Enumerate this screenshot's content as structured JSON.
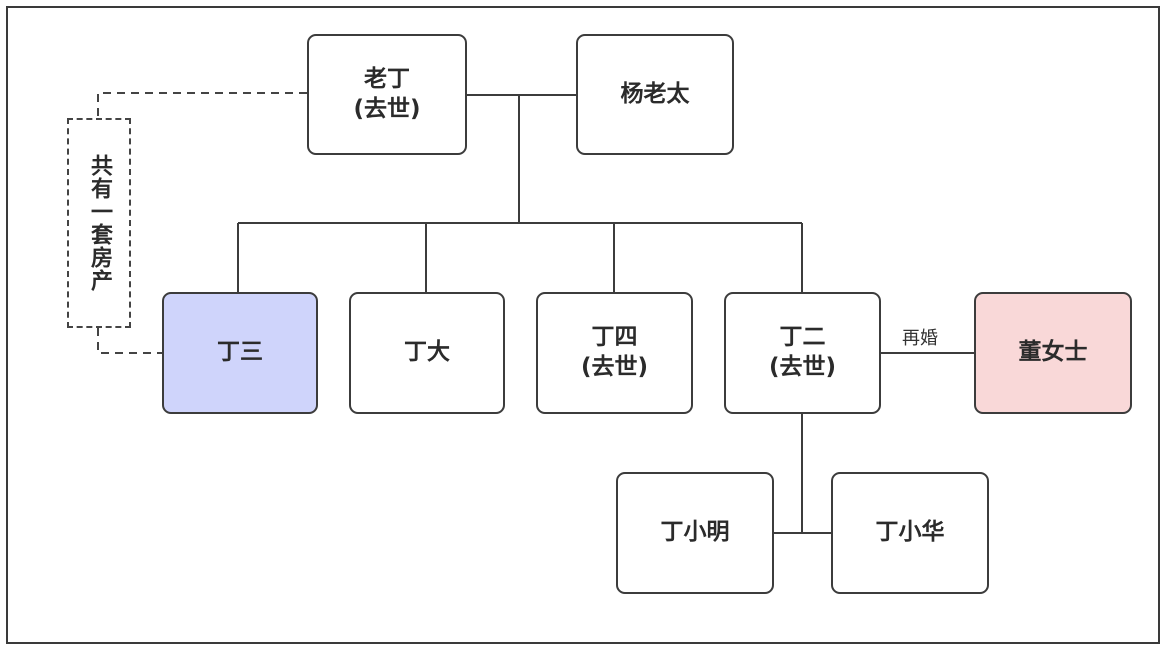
{
  "nodes": {
    "lao_ding": {
      "name": "老丁",
      "note": "(去世)"
    },
    "yang_laotai": {
      "name": "杨老太"
    },
    "ding_san": {
      "name": "丁三"
    },
    "ding_da": {
      "name": "丁大"
    },
    "ding_si": {
      "name": "丁四",
      "note": "(去世)"
    },
    "ding_er": {
      "name": "丁二",
      "note": "(去世)"
    },
    "dong_nvshi": {
      "name": "董女士"
    },
    "ding_xiaoming": {
      "name": "丁小明"
    },
    "ding_xiaohua": {
      "name": "丁小华"
    }
  },
  "annotations": {
    "shared_property": "共有一套房产",
    "remarriage": "再婚"
  },
  "colors": {
    "highlight_blue": "#cfd4fb",
    "highlight_pink": "#f9d8d8",
    "line": "#3c3c3c"
  }
}
